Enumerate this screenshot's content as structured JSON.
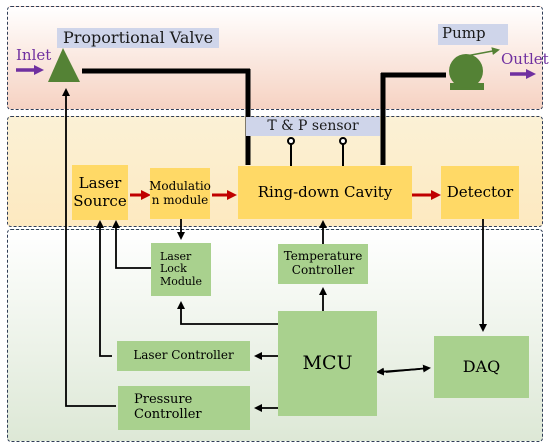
{
  "title_bar": {
    "proportional_valve": "Proportional Valve",
    "pump": "Pump"
  },
  "flow": {
    "inlet": "Inlet",
    "outlet": "Outlet"
  },
  "sensor": {
    "label": "T & P sensor"
  },
  "blocks": {
    "laser_source": "Laser Source",
    "modulation_module": "Modulatio n module",
    "ring_down_cavity": "Ring-down Cavity",
    "detector": "Detector",
    "laser_lock_module": "Laser Lock Module",
    "temperature_controller": "Temperature Controller",
    "laser_controller": "Laser Controller",
    "pressure_controller": "Pressure Controller",
    "mcu": "MCU",
    "daq": "DAQ"
  },
  "colors": {
    "inlet_arrow": "#7030a0",
    "outlet_arrow": "#7030a0",
    "valve": "#548235",
    "pump": "#548235",
    "pump_arrow": "#548235",
    "optical_arrow": "#c00000",
    "yellow_block": "#ffd966",
    "green_block": "#a9d18e"
  }
}
